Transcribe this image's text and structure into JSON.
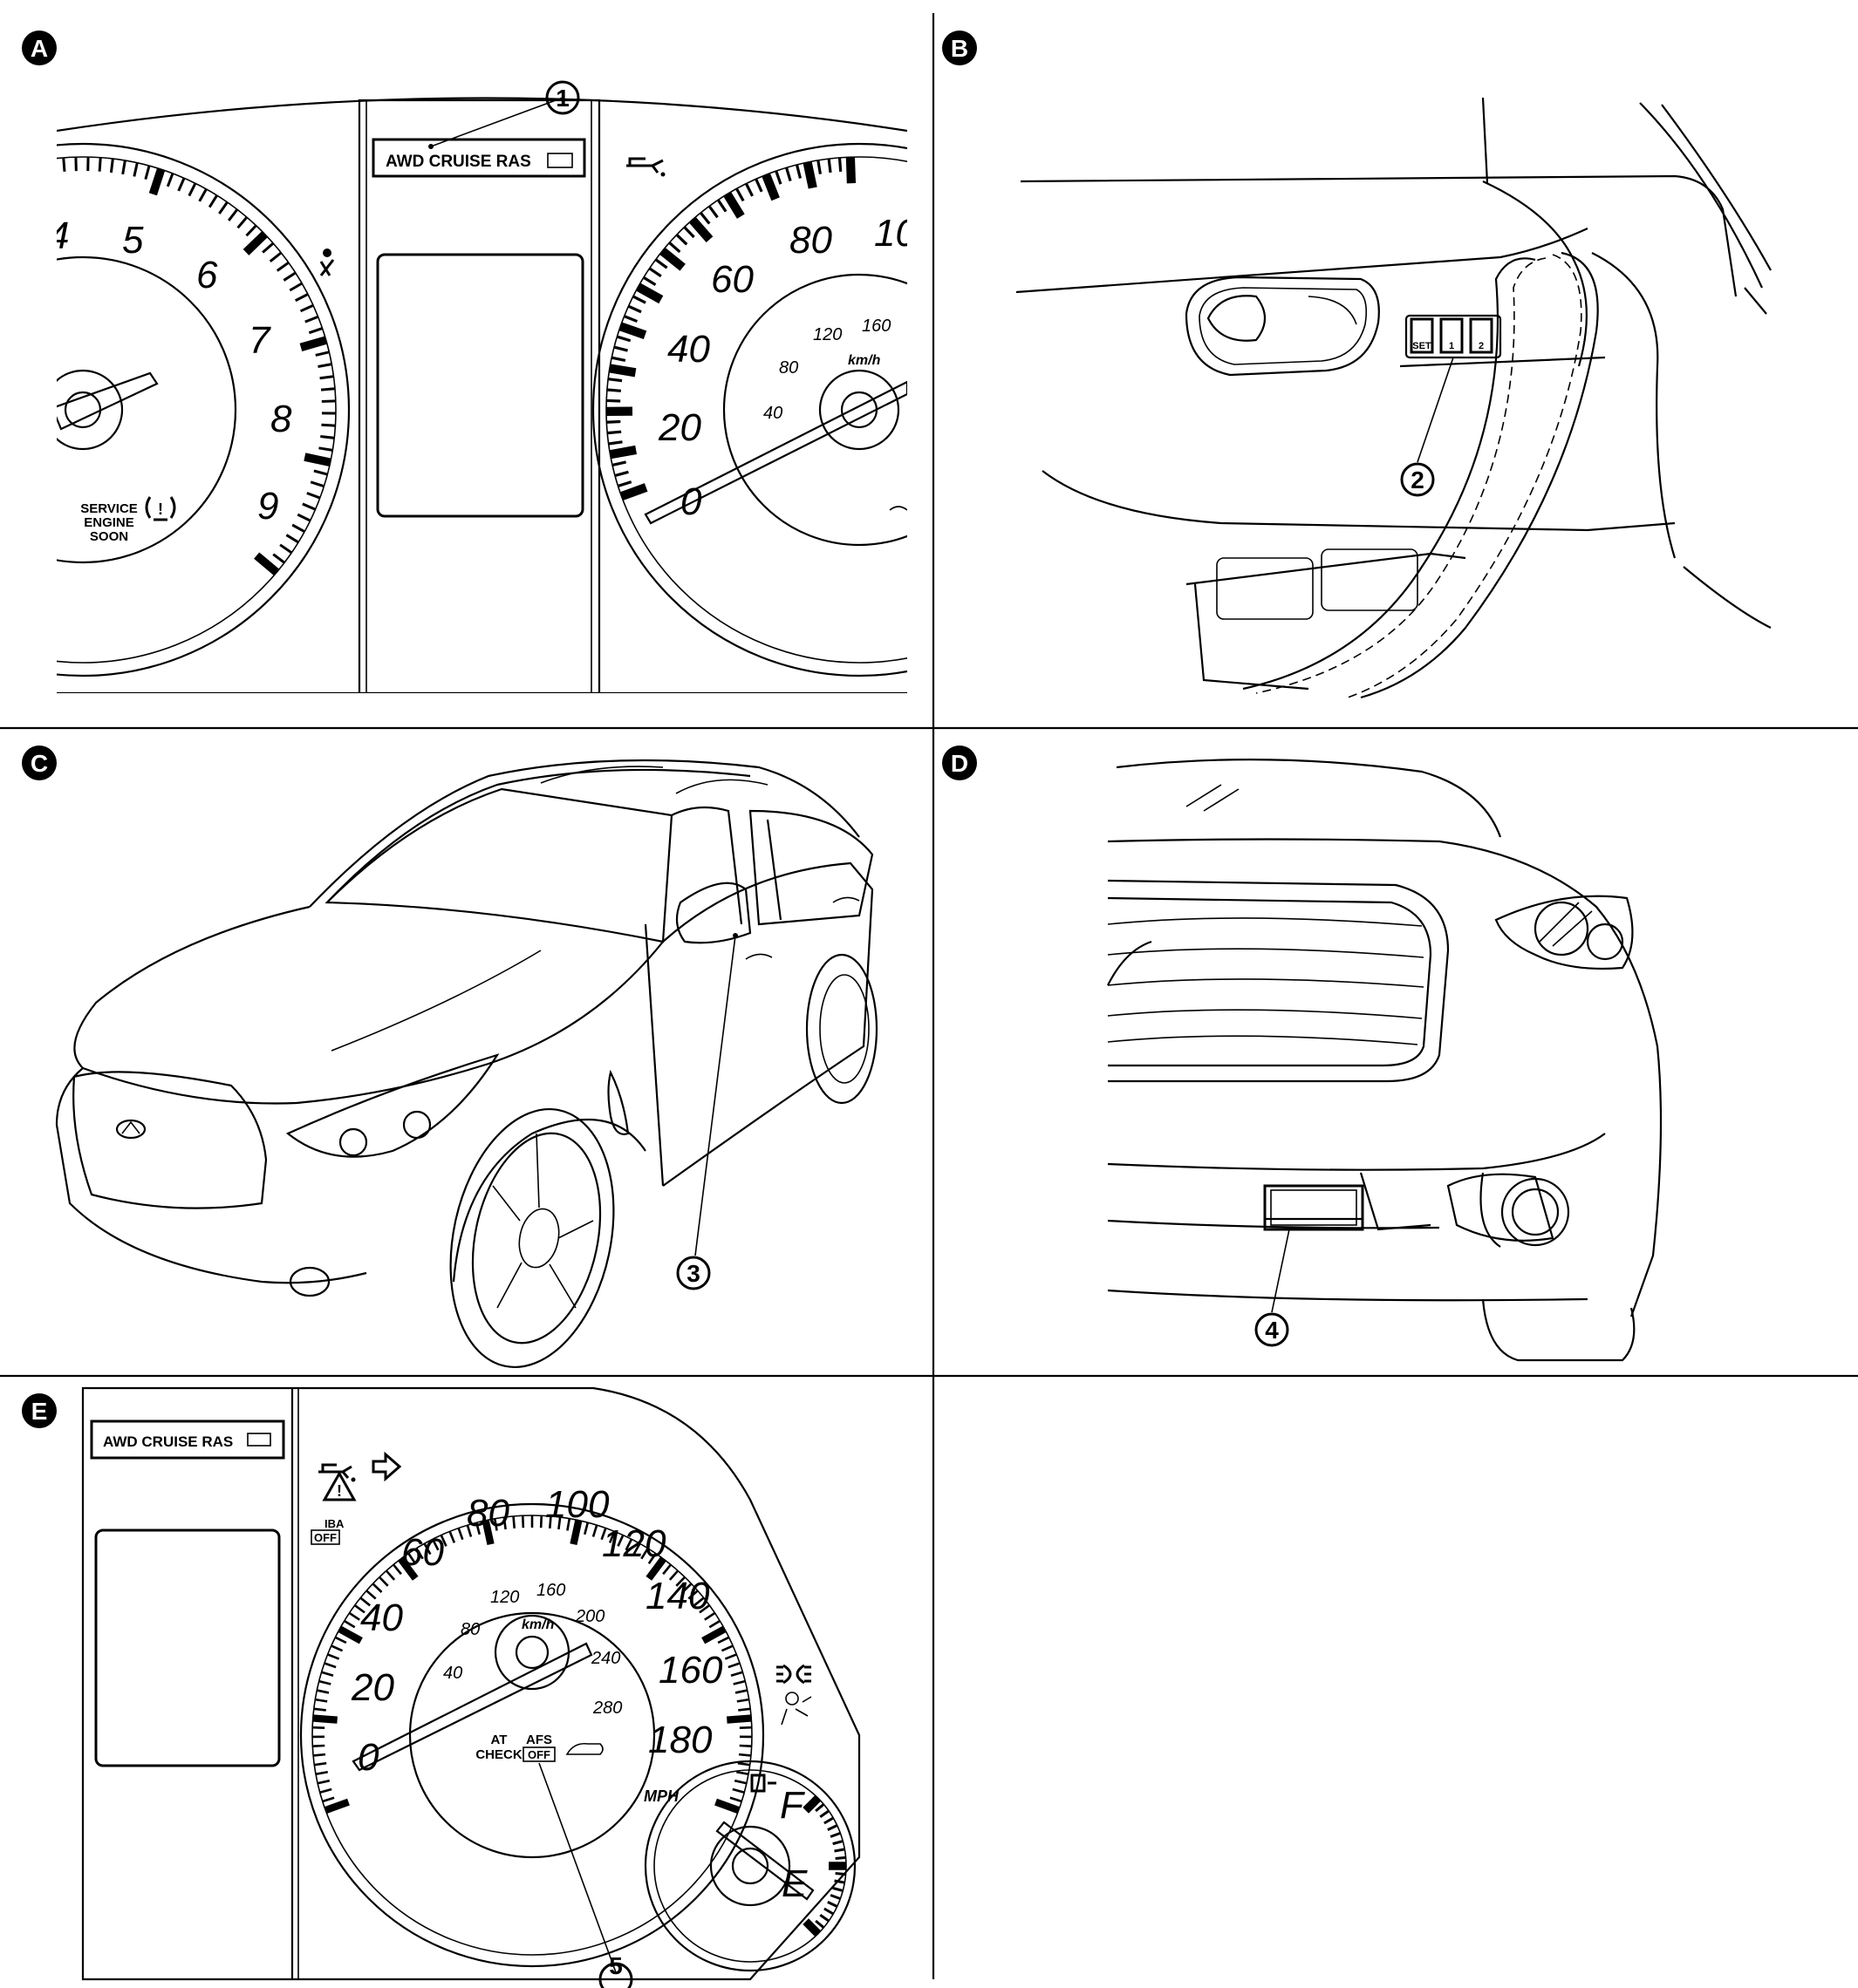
{
  "panels": [
    {
      "id": "A",
      "letter": "A"
    },
    {
      "id": "B",
      "letter": "B"
    },
    {
      "id": "C",
      "letter": "C"
    },
    {
      "id": "D",
      "letter": "D"
    },
    {
      "id": "E",
      "letter": "E"
    }
  ],
  "callouts": [
    "1",
    "2",
    "3",
    "4",
    "5"
  ],
  "panel_a": {
    "indicator_strip": "AWD CRUISE RAS",
    "tach_numbers": [
      "5",
      "6",
      "7",
      "8",
      "9"
    ],
    "tach_partial": "4",
    "service_text": [
      "SERVICE",
      "ENGINE",
      "SOON"
    ],
    "speedo_numbers": [
      "0",
      "20",
      "40",
      "60",
      "80",
      "10"
    ],
    "kmh_numbers": [
      "40",
      "80",
      "120",
      "160"
    ],
    "kmh_unit": "km/h"
  },
  "panel_b": {
    "buttons": [
      "SET",
      "1",
      "2"
    ]
  },
  "panel_e": {
    "indicator_strip": "AWD CRUISE RAS",
    "iba_label": [
      "IBA",
      "OFF"
    ],
    "speedo_numbers": [
      "0",
      "20",
      "40",
      "60",
      "80",
      "100",
      "120",
      "140",
      "160",
      "180"
    ],
    "kmh_numbers": [
      "40",
      "80",
      "120",
      "160",
      "200",
      "240",
      "280"
    ],
    "kmh_unit": "km/h",
    "mph_unit": "MPH",
    "at_check": [
      "AT",
      "CHECK"
    ],
    "afs_off": [
      "AFS",
      "OFF"
    ],
    "fuel_labels": [
      "F",
      "E"
    ]
  },
  "colors": {
    "ink": "#000000",
    "paper": "#ffffff"
  }
}
